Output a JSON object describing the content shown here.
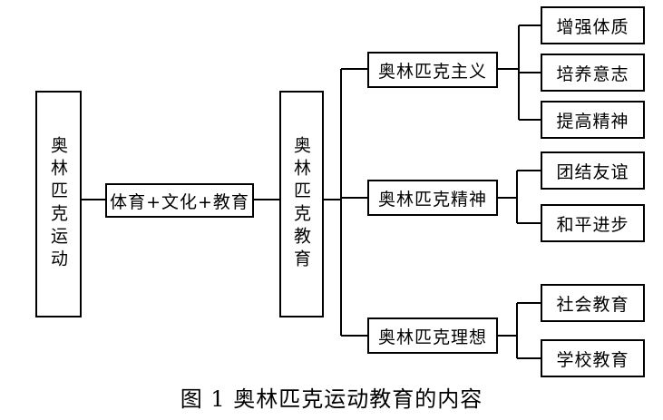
{
  "nodes": {
    "root": "奥林匹克运动",
    "content": "体育+文化+教育",
    "education": "奥林匹克教育",
    "branch_doctrine": "奥林匹克主义",
    "branch_spirit": "奥林匹克精神",
    "branch_ideal": "奥林匹克理想",
    "leaf_physique": "增强体质",
    "leaf_will": "培养意志",
    "leaf_morale": "提高精神",
    "leaf_unity": "团结友谊",
    "leaf_peace": "和平进步",
    "leaf_social": "社会教育",
    "leaf_school": "学校教育"
  },
  "caption": "图 1 奥林匹克运动教育的内容"
}
